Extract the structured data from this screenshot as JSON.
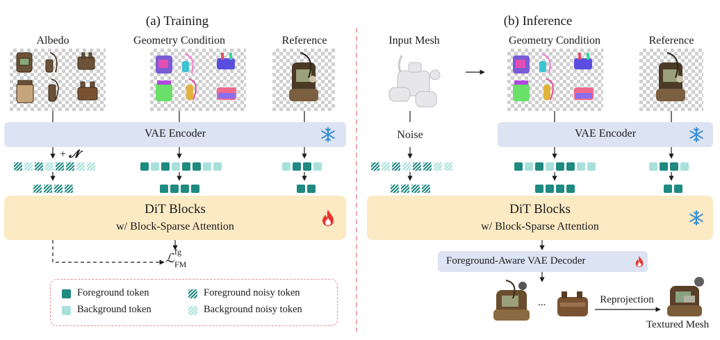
{
  "training": {
    "title": "(a) Training",
    "col_albedo": "Albedo",
    "col_geometry": "Geometry Condition",
    "col_reference": "Reference",
    "encoder_label": "VAE Encoder",
    "noise_label": "+",
    "noise_symbol": "𝓝",
    "dit_title": "DiT Blocks",
    "dit_subtitle": "w/ Block-Sparse Attention",
    "loss_main": "ℒ",
    "loss_sup": "fg",
    "loss_sub": "FM"
  },
  "legend": {
    "fg_token": "Foreground token",
    "bg_token": "Background token",
    "fg_noisy": "Foreground noisy token",
    "bg_noisy": "Background noisy token"
  },
  "inference": {
    "title": "(b) Inference",
    "col_input": "Input Mesh",
    "col_geometry": "Geometry Condition",
    "col_reference": "Reference",
    "noise_label": "Noise",
    "encoder_label": "VAE Encoder",
    "dit_title": "DiT Blocks",
    "dit_subtitle": "w/ Block-Sparse Attention",
    "decoder_label": "Foreground-Aware VAE Decoder",
    "ellipsis": "...",
    "reprojection_label": "Reprojection",
    "output_label": "Textured Mesh"
  },
  "icons": {
    "trainable": "fire-icon",
    "frozen": "snowflake-icon"
  },
  "colors": {
    "fg_token": "#1f8a80",
    "bg_token": "#a8e0dc",
    "encoder_fill": "#dce3f3",
    "dit_fill": "#fbeac3",
    "divider": "#e78a93",
    "fire": "#e8352d",
    "snow": "#3a8fd6"
  }
}
